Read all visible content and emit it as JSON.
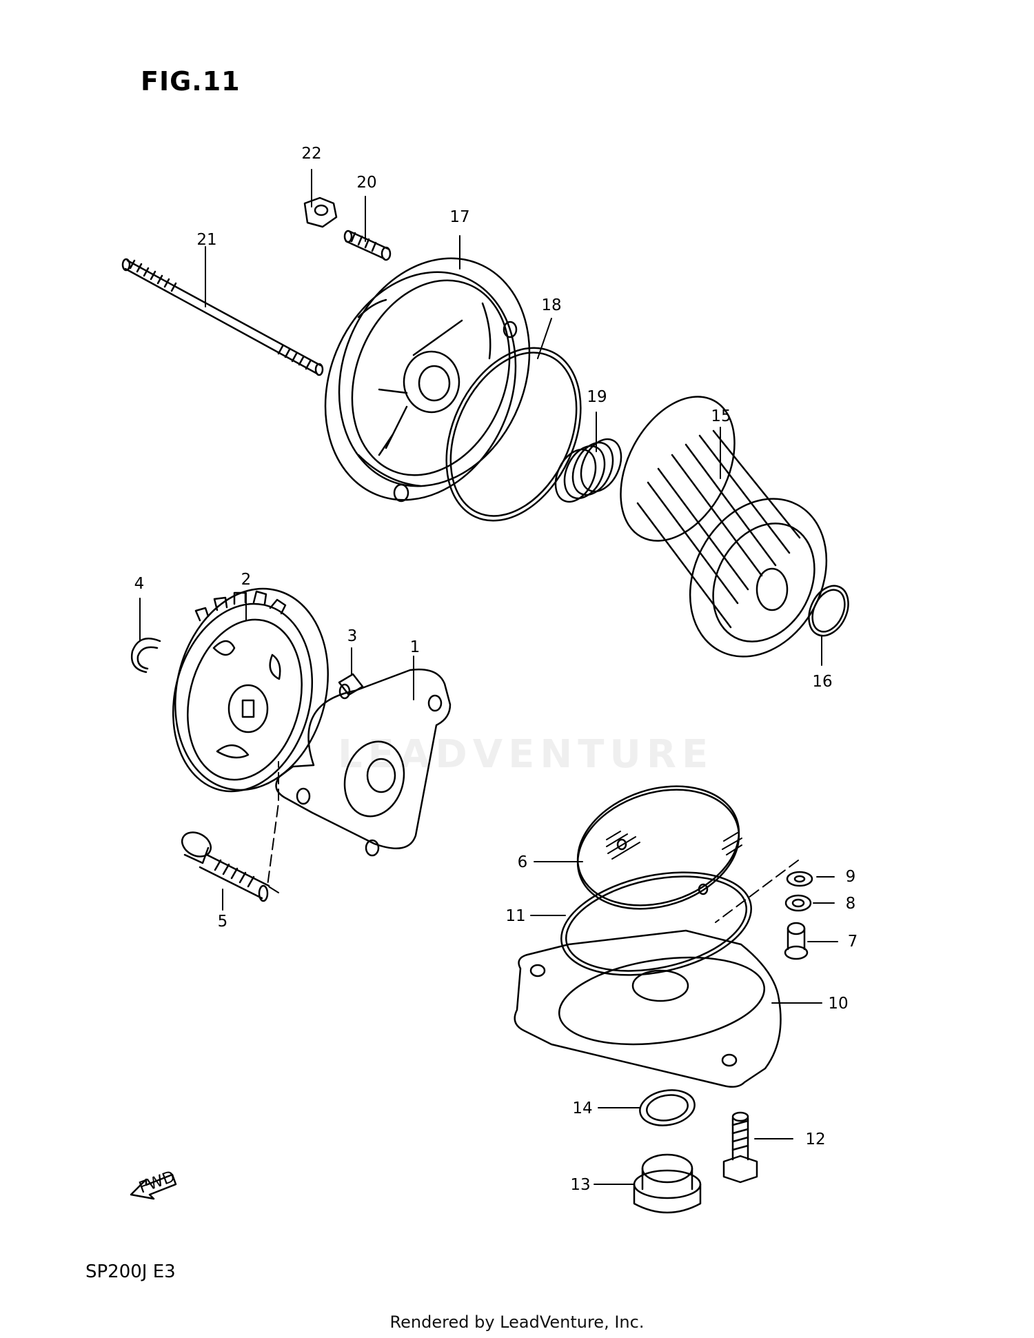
{
  "figure": {
    "title": "FIG.11",
    "model_code": "SP200J E3"
  },
  "footer": {
    "credit": "Rendered by LeadVenture, Inc."
  },
  "watermark": {
    "text": "LEADVENTURE"
  },
  "direction_arrow": {
    "label": "FWD"
  },
  "parts": [
    {
      "number": "1"
    },
    {
      "number": "2"
    },
    {
      "number": "3"
    },
    {
      "number": "4"
    },
    {
      "number": "5"
    },
    {
      "number": "6"
    },
    {
      "number": "7"
    },
    {
      "number": "8"
    },
    {
      "number": "9"
    },
    {
      "number": "10"
    },
    {
      "number": "11"
    },
    {
      "number": "12"
    },
    {
      "number": "13"
    },
    {
      "number": "14"
    },
    {
      "number": "15"
    },
    {
      "number": "16"
    },
    {
      "number": "17"
    },
    {
      "number": "18"
    },
    {
      "number": "19"
    },
    {
      "number": "20"
    },
    {
      "number": "21"
    },
    {
      "number": "22"
    }
  ]
}
